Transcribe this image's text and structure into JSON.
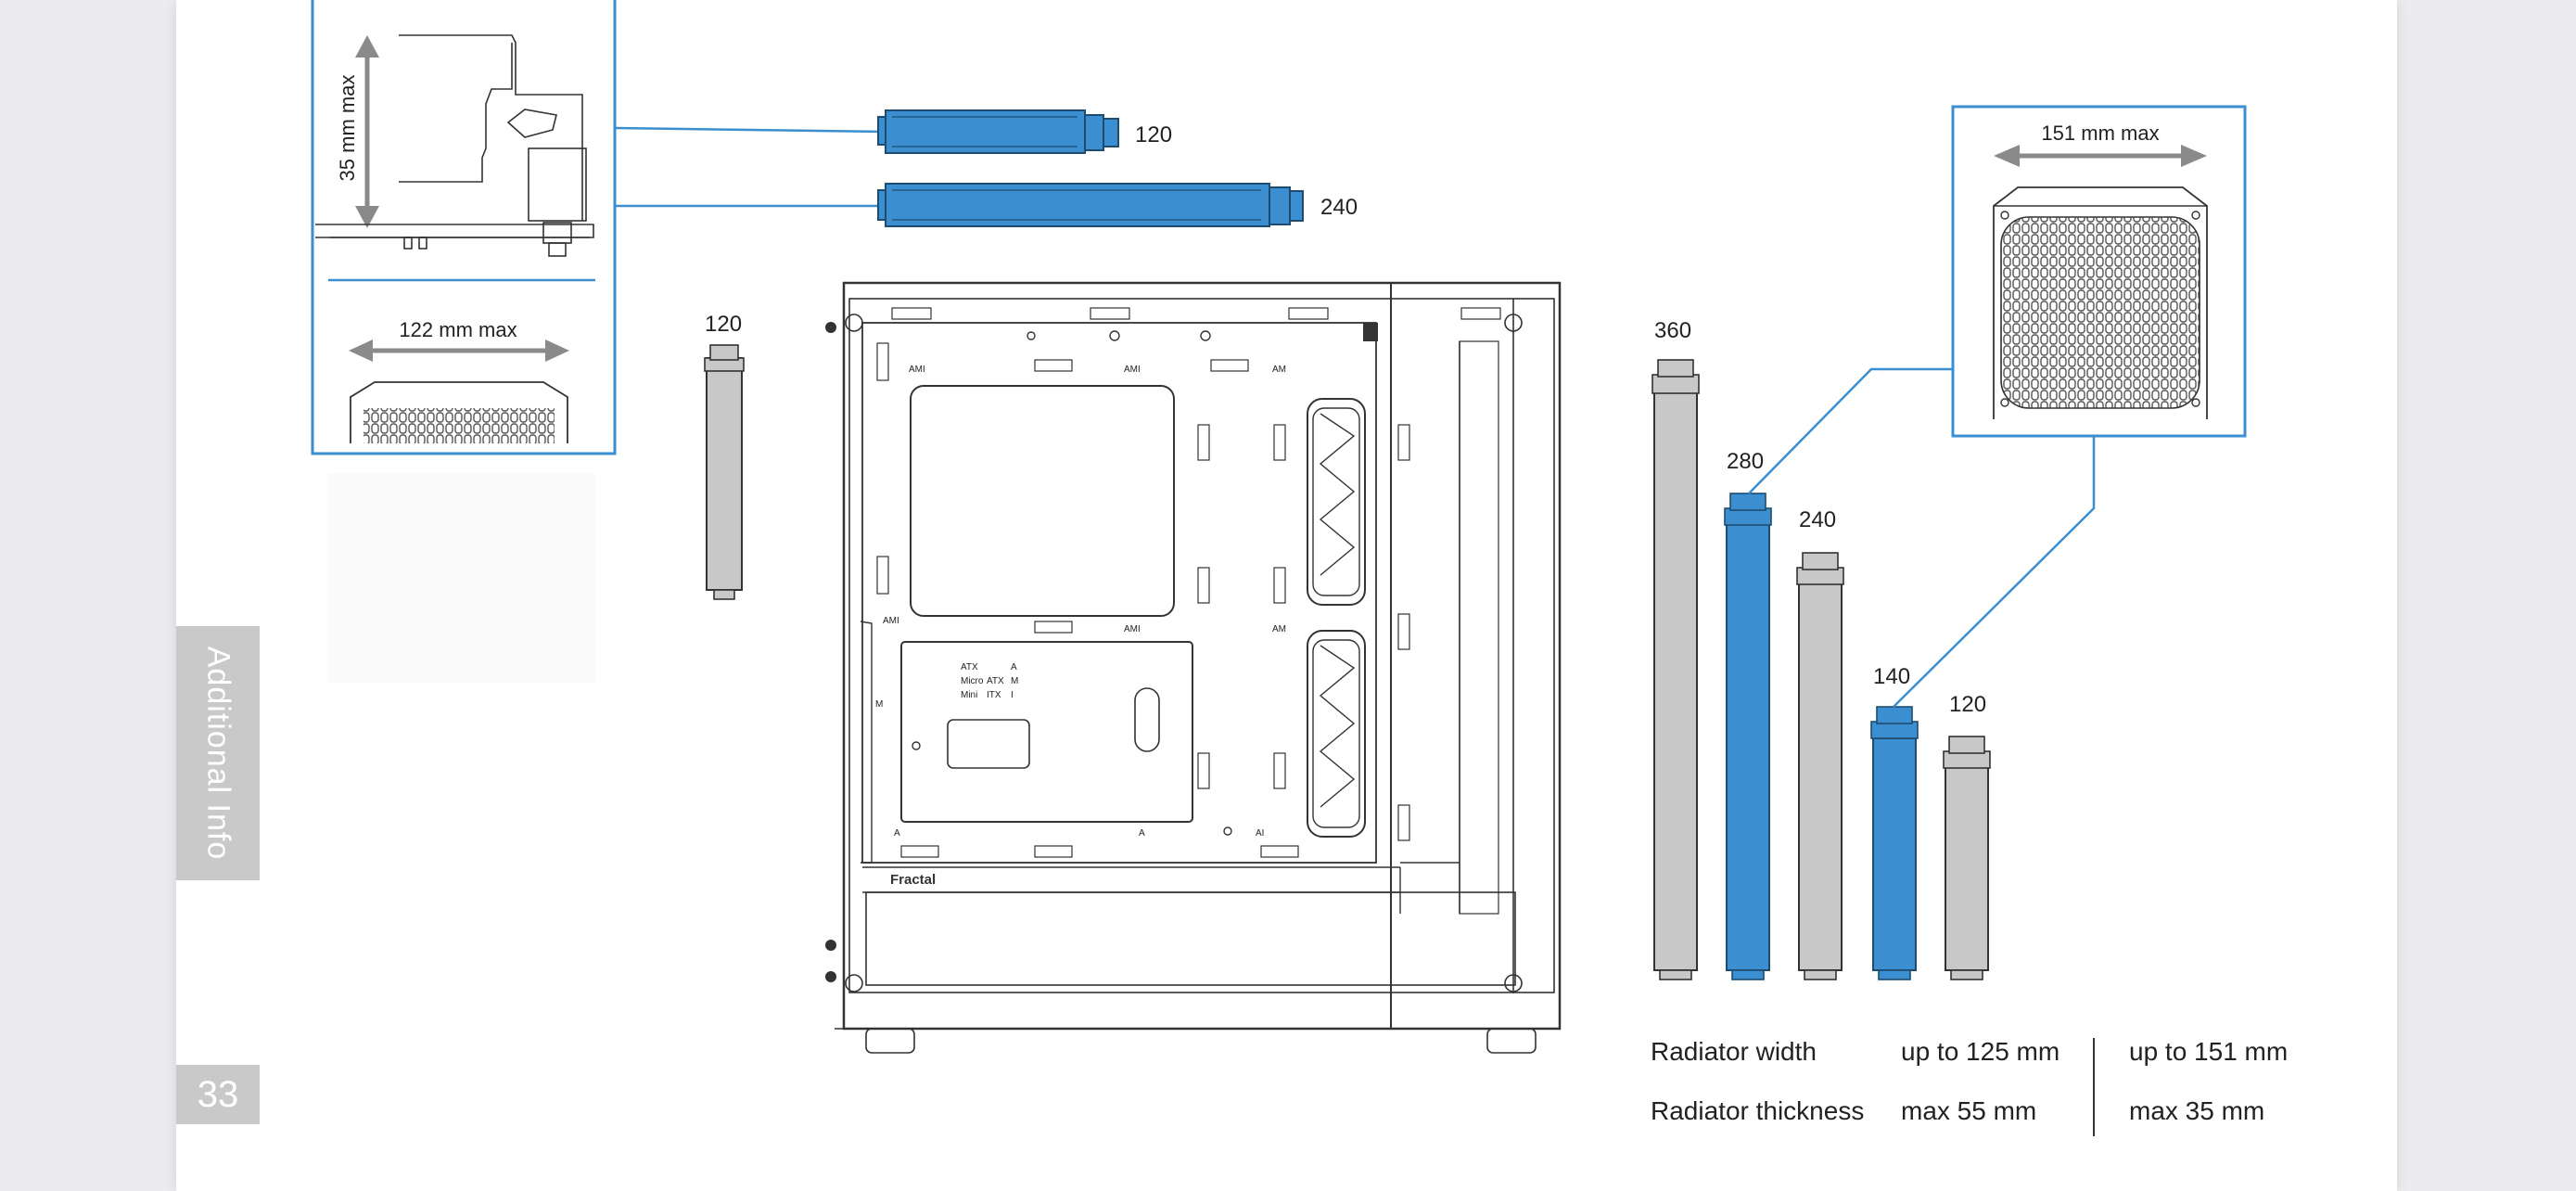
{
  "page": {
    "section_tab": "Additional Info",
    "page_number": "33"
  },
  "top_left_inset": {
    "height_label": "35 mm max",
    "width_label": "122 mm max"
  },
  "top_rads": [
    {
      "label": "120"
    },
    {
      "label": "240"
    }
  ],
  "rear_rad": {
    "label": "120"
  },
  "front_inset": {
    "width_label": "151 mm max"
  },
  "front_rads": [
    {
      "label": "360"
    },
    {
      "label": "280"
    },
    {
      "label": "240"
    },
    {
      "label": "140"
    },
    {
      "label": "120"
    }
  ],
  "case": {
    "brand": "Fractal",
    "mb_labels": [
      "ATX",
      "A",
      "Micro",
      "ATX",
      "M",
      "Mini",
      "ITX",
      "I"
    ],
    "standoff_labels": [
      "AMI",
      "AMI",
      "AM",
      "AMI",
      "AMI",
      "AM",
      "M",
      "A",
      "A",
      "AI"
    ]
  },
  "specs": {
    "row1_label": "Radiator width",
    "row1_val1": "up to 125 mm",
    "row1_val2": "up to 151 mm",
    "row2_label": "Radiator thickness",
    "row2_val1": "max 55 mm",
    "row2_val2": "max 35 mm"
  },
  "colors": {
    "accent_blue": "#3b8fd0",
    "radiator_grey": "#c8c8c8",
    "outline": "#333333",
    "arrow_grey": "#8a8a8a"
  }
}
